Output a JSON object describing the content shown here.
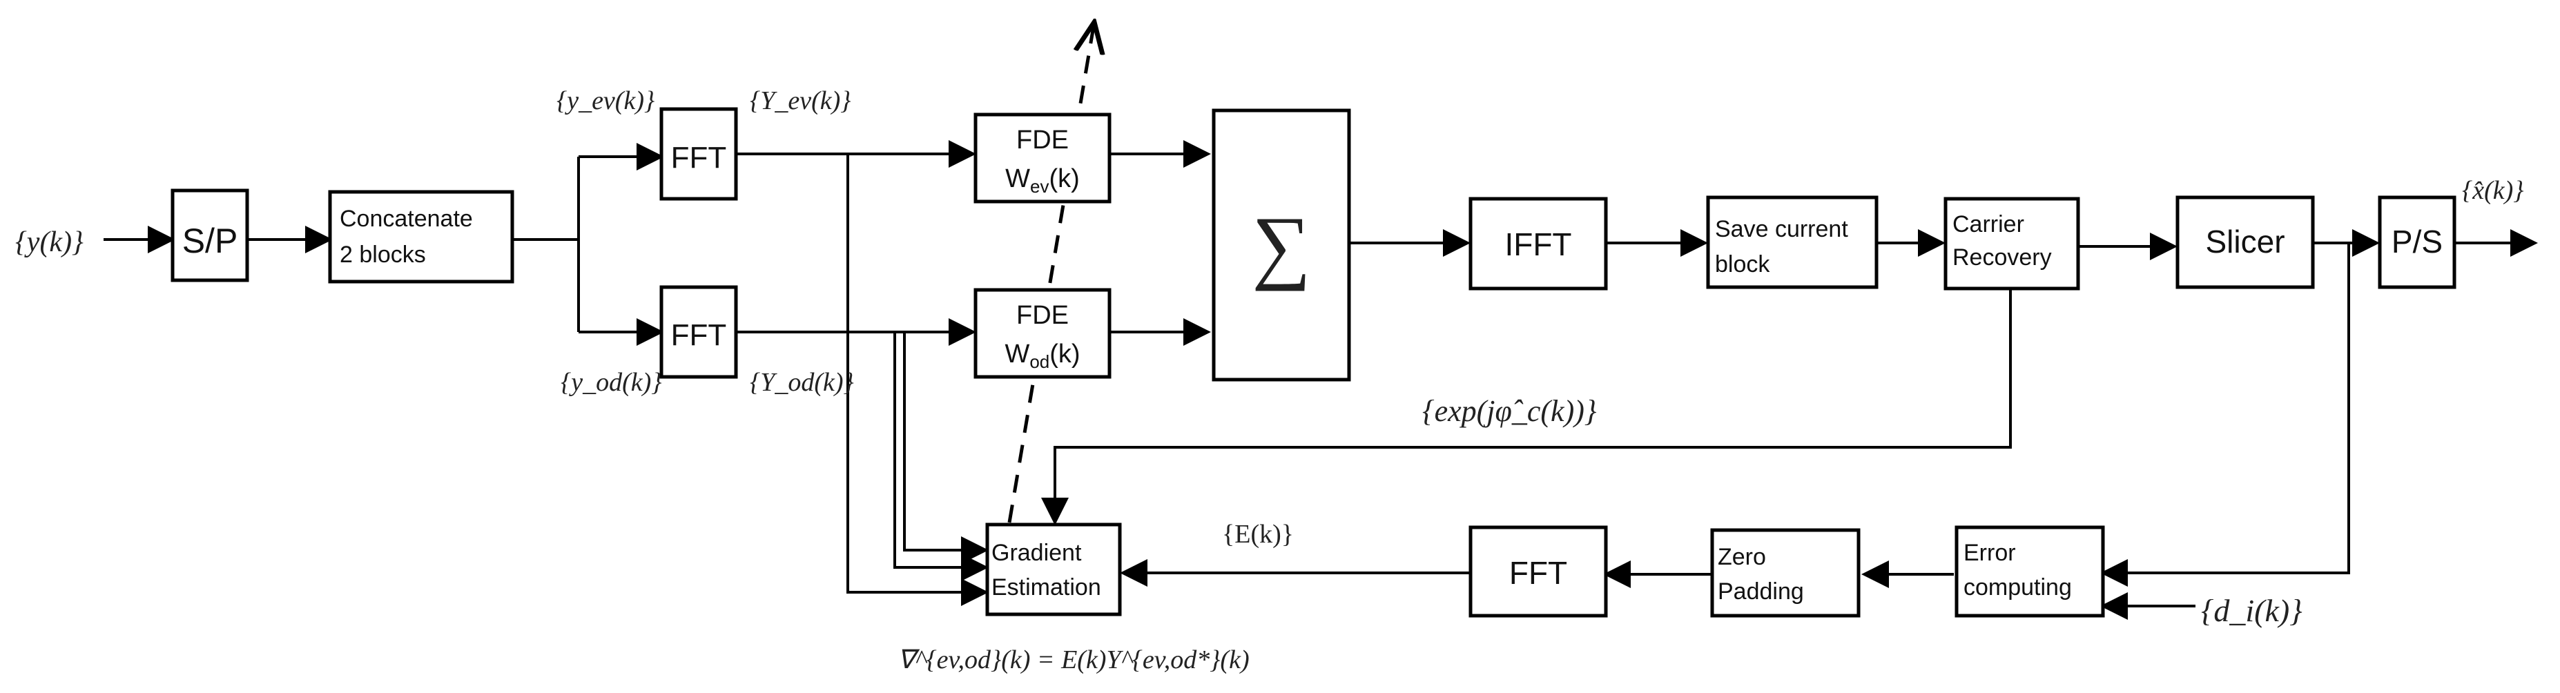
{
  "blocks": {
    "sp": "S/P",
    "concat_line1": "Concatenate",
    "concat_line2": "2 blocks",
    "fft": "FFT",
    "fde": "FDE",
    "w_ev_base": "W",
    "w_ev_sub": "ev",
    "w_od_base": "W",
    "w_od_sub": "od",
    "w_arg": "(k)",
    "sum": "∑",
    "ifft": "IFFT",
    "save_line1": "Save current",
    "save_line2": "block",
    "carrier_line1": "Carrier",
    "carrier_line2": "Recovery",
    "slicer": "Slicer",
    "ps": "P/S",
    "gradient_line1": "Gradient",
    "gradient_line2": "Estimation",
    "zero_line1": "Zero",
    "zero_line2": "Padding",
    "error_line1": "Error",
    "error_line2": "computing"
  },
  "labels": {
    "input": "{y(k)}",
    "y_ev": "{y_ev(k)}",
    "y_od": "{y_od(k)}",
    "Y_ev": "{Y_ev(k)}",
    "Y_od": "{Y_od(k)}",
    "output": "{x̂(k)}",
    "phase": "{exp(jφ̂_c(k))}",
    "error": "{E(k)}",
    "desired": "{d_i(k)}",
    "gradient_formula": "∇^{ev,od}(k) = E(k)Y^{ev,od*}(k)"
  }
}
